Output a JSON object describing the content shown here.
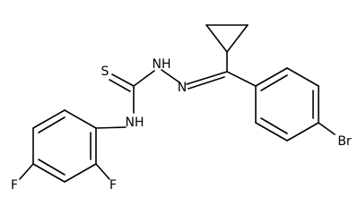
{
  "molecule": {
    "atoms": {
      "thione_sulfur": "S",
      "hydrazine_nh": "NH",
      "imine_n": "N",
      "anilide_nh": "NH",
      "bromine": "Br",
      "fluorine_ortho": "F",
      "fluorine_para": "F"
    },
    "colors": {
      "bond": "#000000",
      "label": "#000000",
      "background": "#ffffff"
    }
  }
}
